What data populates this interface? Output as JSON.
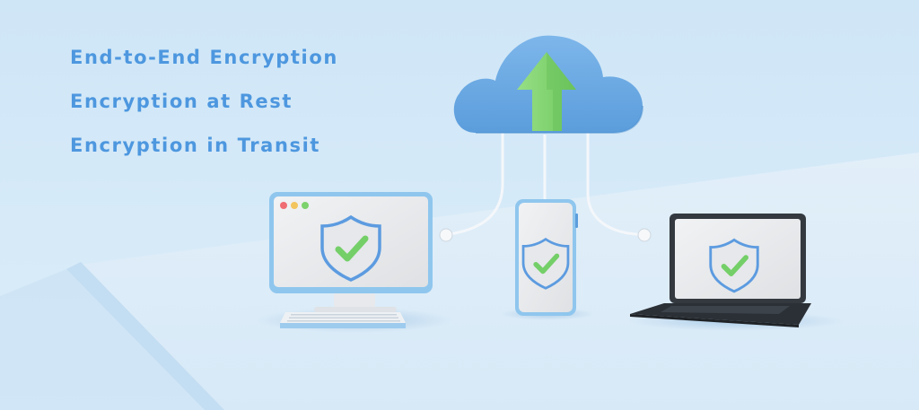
{
  "headlines": [
    "End-to-End Encryption",
    "Encryption at Rest",
    "Encryption in Transit"
  ],
  "illustration": {
    "icons": [
      "cloud-icon",
      "upload-arrow-icon",
      "desktop-monitor-icon",
      "keyboard-icon",
      "smartphone-icon",
      "laptop-icon",
      "shield-check-icon"
    ]
  },
  "colors": {
    "background": "#d3e8f7",
    "headline_text": "#4d97df",
    "cloud": "#6aa9e3",
    "arrow": "#86d675",
    "check": "#74cf68",
    "shield_outline": "#5c9be0",
    "device_frame": "#8fc6ee",
    "screen": "#e9eaec",
    "laptop_body": "#33393f"
  }
}
